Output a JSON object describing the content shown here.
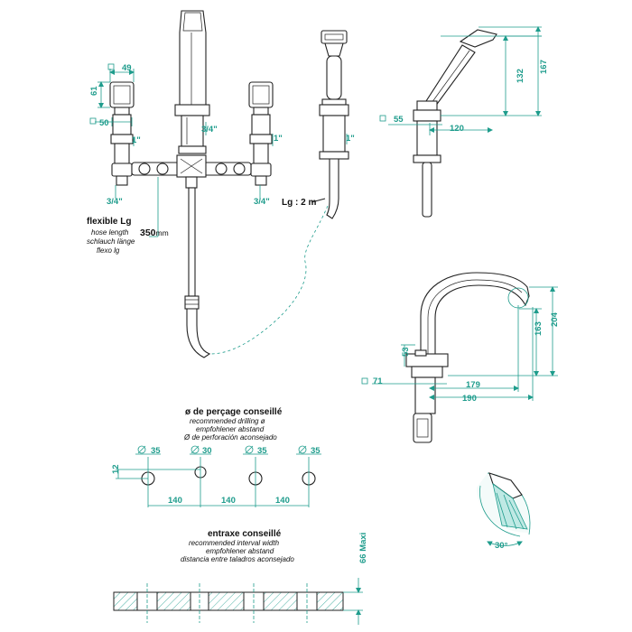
{
  "colors": {
    "dimension": "#1e9c8c",
    "outline": "#222222",
    "background": "#ffffff"
  },
  "front": {
    "dim_49": "49",
    "dim_61": "61",
    "dim_50": "50",
    "thread_1a": "1\"",
    "thread_1b": "1\"",
    "thread_34_spout": "3/4\"",
    "thread_34_left": "3/4\"",
    "thread_34_right": "3/4\"",
    "flex_title": "flexible Lg",
    "flex_en": "hose length",
    "flex_de": "schlauch länge",
    "flex_es": "flexo lg",
    "flex_length": "350",
    "flex_unit": "mm"
  },
  "shower": {
    "thread": "1\"",
    "hose_length": "Lg : 2 m"
  },
  "side_shower": {
    "dim_55": "55",
    "dim_120": "120",
    "dim_132": "132",
    "dim_167": "167"
  },
  "spout_side": {
    "dim_71": "71",
    "dim_53": "53",
    "dim_163": "163",
    "dim_204": "204",
    "dim_179": "179",
    "dim_190": "190"
  },
  "drilling": {
    "title": "ø de perçage conseillé",
    "en": "recommended drilling ø",
    "de": "empfohlener abstand",
    "es": "Ø de perforación aconsejado",
    "diameters": [
      "35",
      "30",
      "35",
      "35"
    ],
    "spacings": [
      "140",
      "140",
      "140"
    ],
    "dim_12": "12"
  },
  "interval": {
    "title": "entraxe conseillé",
    "en": "recommended interval width",
    "de": "empfohlener abstand",
    "es": "distancia entre taladros aconsejado",
    "max": "66 Maxi"
  },
  "spray": {
    "angle": "30°"
  }
}
